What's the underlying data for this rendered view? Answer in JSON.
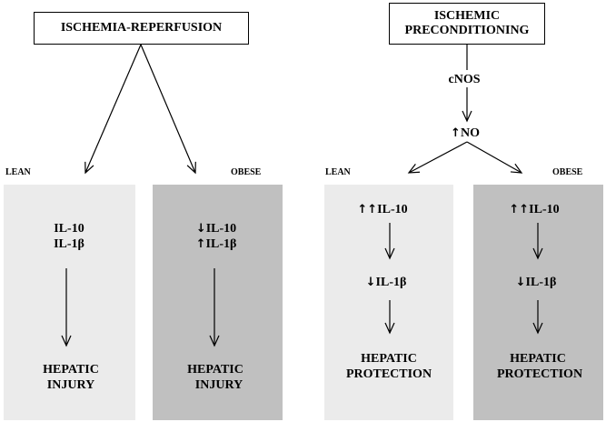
{
  "boxes": {
    "ischemia_reperfusion": "ISCHEMIA-REPERFUSION",
    "ischemic_preconditioning_1": "ISCHEMIC",
    "ischemic_preconditioning_2": "PRECONDITIONING"
  },
  "mediators": {
    "cnos": "cNOS",
    "no_arrow": "↑",
    "no": "NO"
  },
  "left": {
    "lean_label": "LEAN",
    "obese_label": "OBESE",
    "lean": {
      "line1": "IL-10",
      "line2": "IL-1β",
      "outcome1": "HEPATIC",
      "outcome2": "INJURY"
    },
    "obese": {
      "line1_arrow": "↓",
      "line1": "IL-10",
      "line2_arrow": "↑",
      "line2": "IL-1β",
      "outcome1": "HEPATIC",
      "outcome2": "INJURY"
    }
  },
  "right": {
    "lean_label": "LEAN",
    "obese_label": "OBESE",
    "lean": {
      "line1_arrow": "↑↑",
      "line1": "IL-10",
      "line2_arrow": "↓",
      "line2": "IL-1β",
      "outcome1": "HEPATIC",
      "outcome2": "PROTECTION"
    },
    "obese": {
      "line1_arrow": "↑↑",
      "line1": "IL-10",
      "line2_arrow": "↓",
      "line2": "IL-1β",
      "outcome1": "HEPATIC",
      "outcome2": "PROTECTION"
    }
  },
  "colors": {
    "lean_panel": "#ebebeb",
    "obese_panel": "#c0c0c0"
  }
}
